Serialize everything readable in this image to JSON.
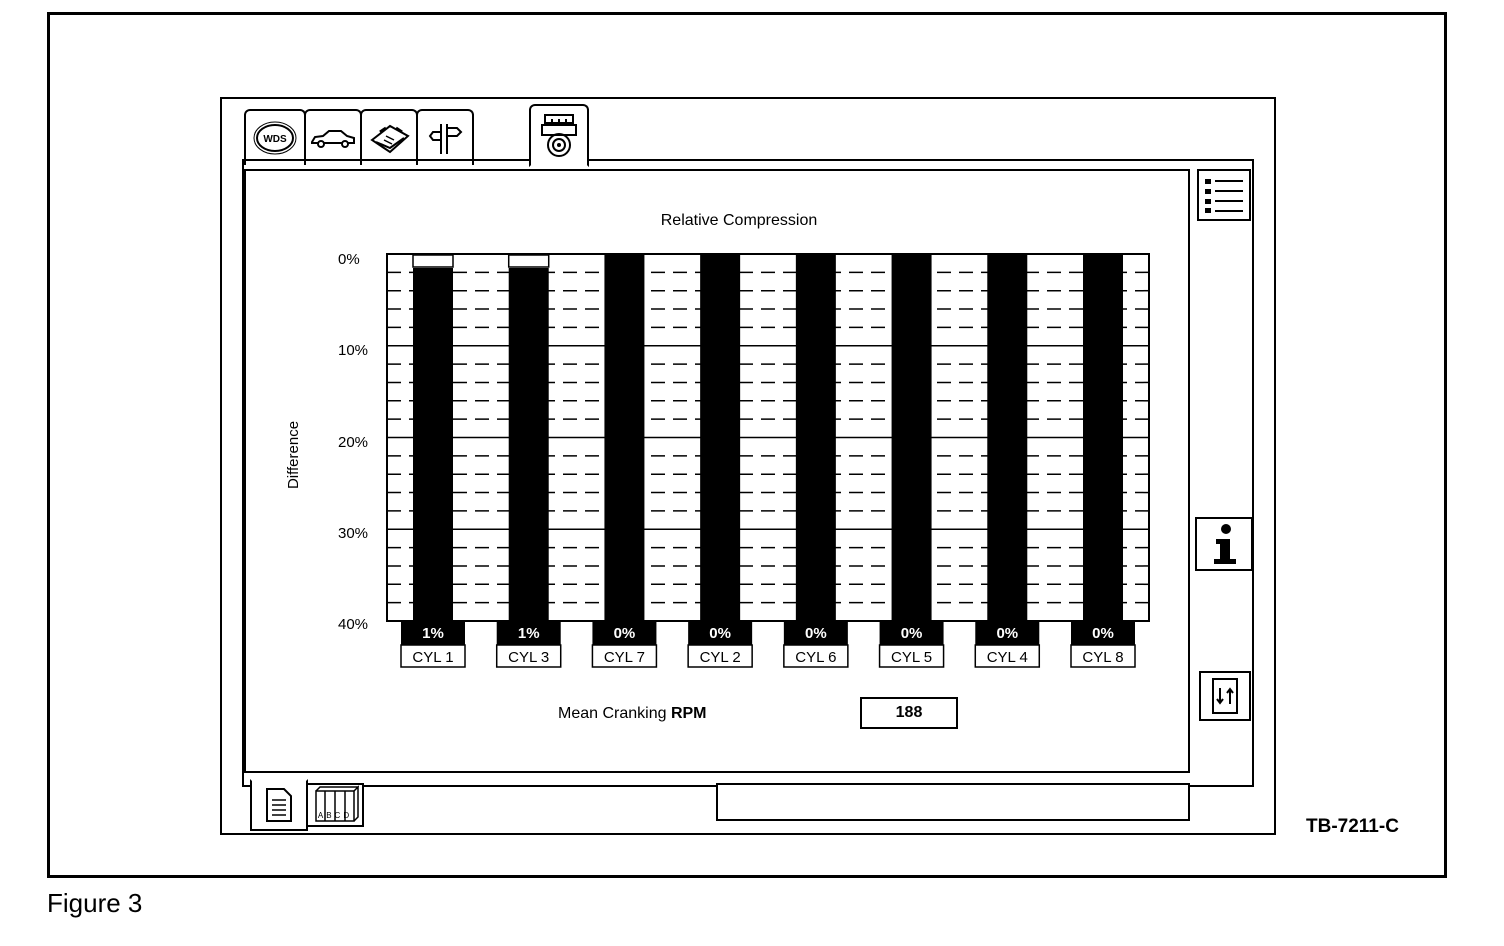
{
  "figure": {
    "caption": "Figure 3",
    "code": "TB-7211-C"
  },
  "tabs": [
    {
      "name": "wds-tab",
      "icon": "wds-logo-icon",
      "label": "WDS"
    },
    {
      "name": "vehicle-tab",
      "icon": "car-icon"
    },
    {
      "name": "toolbox-tab",
      "icon": "toolbox-icon"
    },
    {
      "name": "signpost-tab",
      "icon": "signpost-icon"
    },
    {
      "name": "engine-tab",
      "icon": "engine-icon",
      "active": true
    }
  ],
  "side_buttons": [
    {
      "name": "list-button",
      "icon": "list-icon"
    },
    {
      "name": "info-button",
      "icon": "info-icon"
    },
    {
      "name": "exchange-button",
      "icon": "document-exchange-icon"
    }
  ],
  "bottom_tabs": [
    {
      "name": "notes-tab",
      "icon": "document-icon"
    },
    {
      "name": "abcd-tab",
      "icon": "abcd-binder-icon",
      "label": "ABCD"
    }
  ],
  "chart_data": {
    "type": "bar",
    "title": "Relative Compression",
    "ylabel": "Difference",
    "ylim": [
      0,
      40
    ],
    "yticks": [
      "0%",
      "10%",
      "20%",
      "30%",
      "40%"
    ],
    "categories": [
      "CYL 1",
      "CYL 3",
      "CYL 7",
      "CYL 2",
      "CYL 6",
      "CYL 5",
      "CYL 4",
      "CYL 8"
    ],
    "values": [
      1,
      1,
      0,
      0,
      0,
      0,
      0,
      0
    ],
    "value_labels": [
      "1%",
      "1%",
      "0%",
      "0%",
      "0%",
      "0%",
      "0%",
      "0%"
    ],
    "grid": true
  },
  "rpm": {
    "label_prefix": "Mean Cranking ",
    "label_bold": "RPM",
    "value": "188"
  }
}
